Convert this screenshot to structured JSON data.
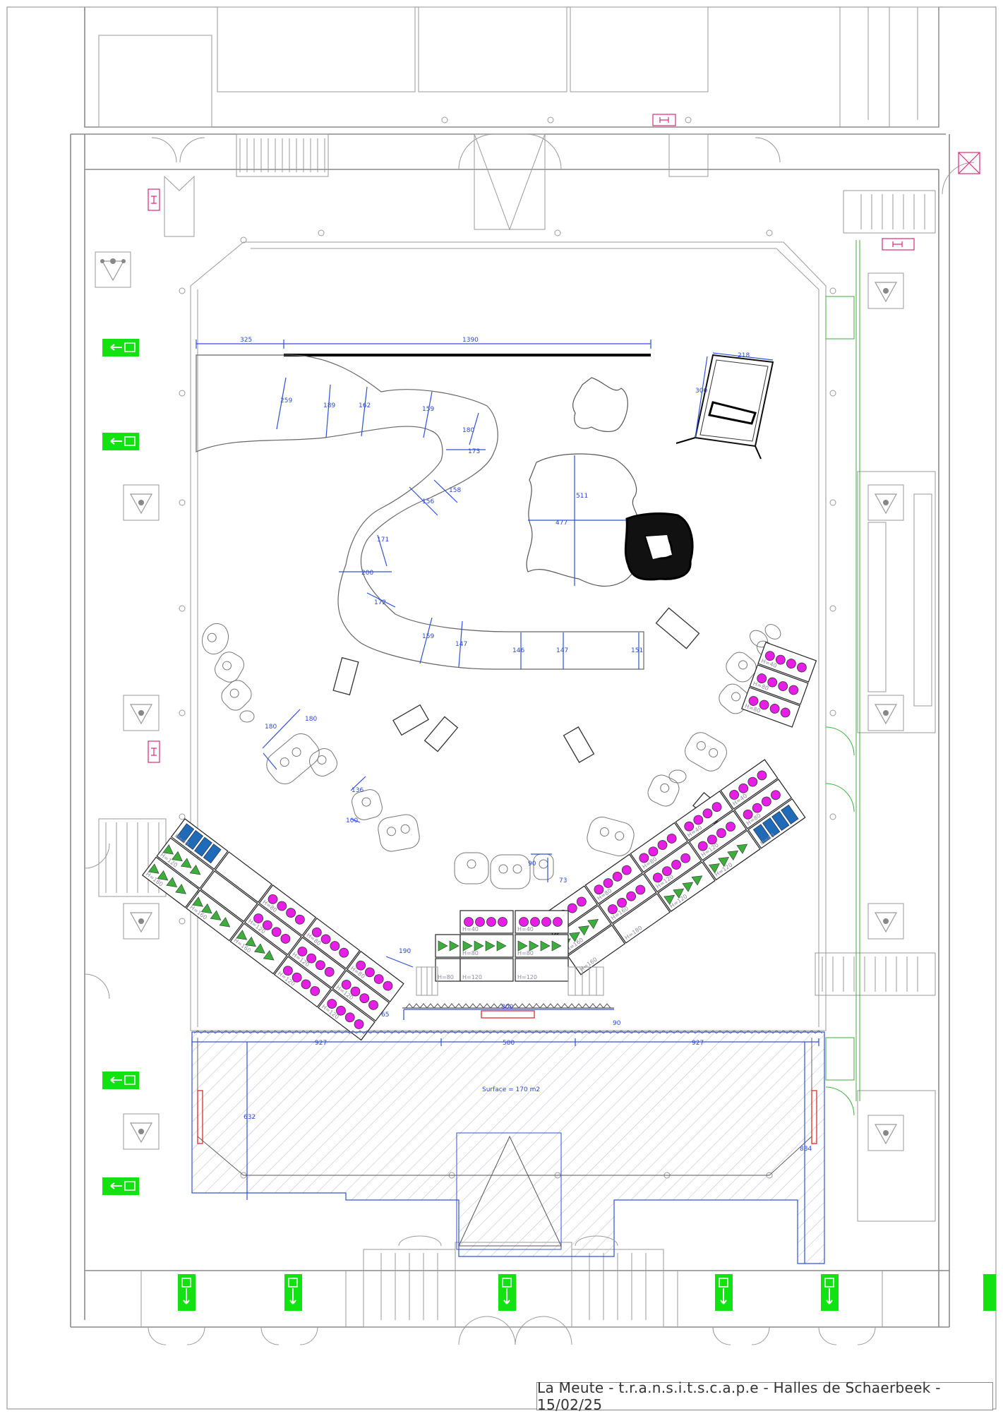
{
  "title_block": "La Meute - t.r.a.n.s.i.t.s.c.a.p.e - Halles de Schaerbeek - 15/02/25",
  "dimensions": {
    "top_left": "325",
    "top_main": "1390",
    "screen_w": "218",
    "screen_h": "300",
    "path_widths": [
      "259",
      "189",
      "162",
      "159",
      "180",
      "173",
      "158",
      "156",
      "171",
      "200",
      "172",
      "159",
      "147",
      "146",
      "147",
      "151"
    ],
    "island_h": "511",
    "island_w": "477",
    "group_a_w": "180",
    "group_a_h": "180",
    "small_w": "136",
    "small_h": "100",
    "stair_dim": "190",
    "person_dim_a": "90",
    "person_dim_b": "73",
    "stage_w": "800",
    "stage_off": "65",
    "stage_off_b": "90",
    "bottom_left": "927",
    "bottom_mid": "500",
    "bottom_right": "927",
    "bottom_depth_left": "632",
    "bottom_depth_right": "884",
    "surface": "Surface = 170 m2"
  },
  "tier_labels": [
    "H=40",
    "H=80",
    "H=120",
    "H=160",
    "H=180"
  ],
  "colors": {
    "seat_magenta": "#e61ee6",
    "cushion_blue": "#1f6bb8",
    "triangle_green": "#3cae3c",
    "exit_green": "#12e212",
    "dimension_blue": "#2b4ad6",
    "marker_red": "#e0282a",
    "marker_pink": "#e0287a"
  }
}
